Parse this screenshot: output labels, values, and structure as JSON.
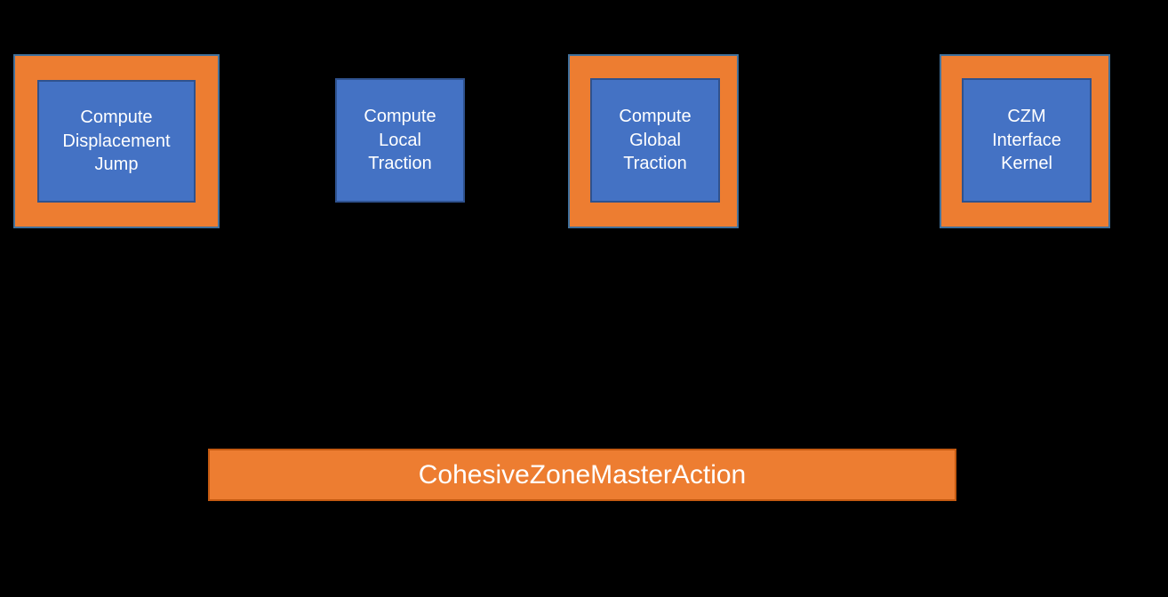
{
  "diagram": {
    "background_color": "#000000",
    "accent_orange": "#ED7D31",
    "accent_blue": "#4472C4",
    "text_color": "#FFFFFF",
    "nodes": [
      {
        "id": "compute-displacement-jump",
        "label": "Compute\nDisplacement\nJump",
        "wrapped": true
      },
      {
        "id": "compute-local-traction",
        "label": "Compute\nLocal\nTraction",
        "wrapped": false
      },
      {
        "id": "compute-global-traction",
        "label": "Compute\nGlobal\nTraction",
        "wrapped": true
      },
      {
        "id": "czm-interface-kernel",
        "label": "CZM\nInterface\nKernel",
        "wrapped": true
      }
    ],
    "action_bar": {
      "id": "cohesive-zone-master-action",
      "label": "CohesiveZoneMasterAction"
    },
    "connectors": [
      {
        "id": "into-displacement-jump-top",
        "kind": "line-vertical"
      },
      {
        "id": "displacement-jump-to-local-traction",
        "kind": "line-horizontal"
      },
      {
        "id": "local-traction-to-global-traction",
        "kind": "arrow-right"
      },
      {
        "id": "into-global-traction-top",
        "kind": "arrow-down"
      },
      {
        "id": "global-traction-to-czm-kernel",
        "kind": "arrow-right"
      }
    ]
  }
}
